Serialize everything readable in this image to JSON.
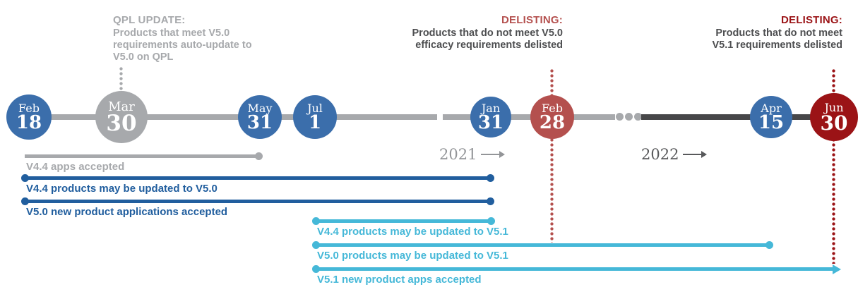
{
  "colors": {
    "node_blue": "#3b6eab",
    "node_gray": "#a7a9ac",
    "node_red": "#b4504e",
    "node_dark_red": "#9b1316",
    "bar_blue": "#215e9e",
    "bar_cyan": "#45b8d8",
    "bar_gray": "#a7a9ac",
    "timeline_gray": "#a7a9ac",
    "timeline_dark": "#474749",
    "annotation_text_dark": "#4d4e50",
    "year_2021_gray": "#939598",
    "year_2022_gray": "#58595b"
  },
  "annotations": {
    "qpl": {
      "title": "QPL UPDATE:",
      "body": "Products that meet V5.0 requirements auto-update to V5.0 on QPL"
    },
    "delisting_v50": {
      "title": "DELISTING:",
      "body": "Products that do not meet V5.0 efficacy requirements delisted"
    },
    "delisting_v51": {
      "title": "DELISTING:",
      "body": "Products that do not meet V5.1 requirements delisted"
    }
  },
  "timeline": {
    "nodes": [
      {
        "month": "Feb",
        "day": "18",
        "color": "#3b6eab"
      },
      {
        "month": "Mar",
        "day": "30",
        "color": "#a7a9ac"
      },
      {
        "month": "May",
        "day": "31",
        "color": "#3b6eab"
      },
      {
        "month": "Jul",
        "day": "1",
        "color": "#3b6eab"
      },
      {
        "month": "Jan",
        "day": "31",
        "color": "#3b6eab"
      },
      {
        "month": "Feb",
        "day": "28",
        "color": "#b4504e"
      },
      {
        "month": "Apr",
        "day": "15",
        "color": "#3b6eab"
      },
      {
        "month": "Jun",
        "day": "30",
        "color": "#9b1316"
      }
    ],
    "years": [
      {
        "label": "2021"
      },
      {
        "label": "2022"
      }
    ]
  },
  "bars": [
    {
      "label": "V4.4 apps accepted",
      "color": "#a7a9ac"
    },
    {
      "label": "V4.4 products may be updated to V5.0",
      "color": "#215e9e"
    },
    {
      "label": "V5.0 new product applications accepted",
      "color": "#215e9e"
    },
    {
      "label": "V4.4 products may be updated to V5.1",
      "color": "#45b8d8"
    },
    {
      "label": "V5.0 products may be updated to V5.1",
      "color": "#45b8d8"
    },
    {
      "label": "V5.1 new product apps accepted",
      "color": "#45b8d8"
    }
  ]
}
